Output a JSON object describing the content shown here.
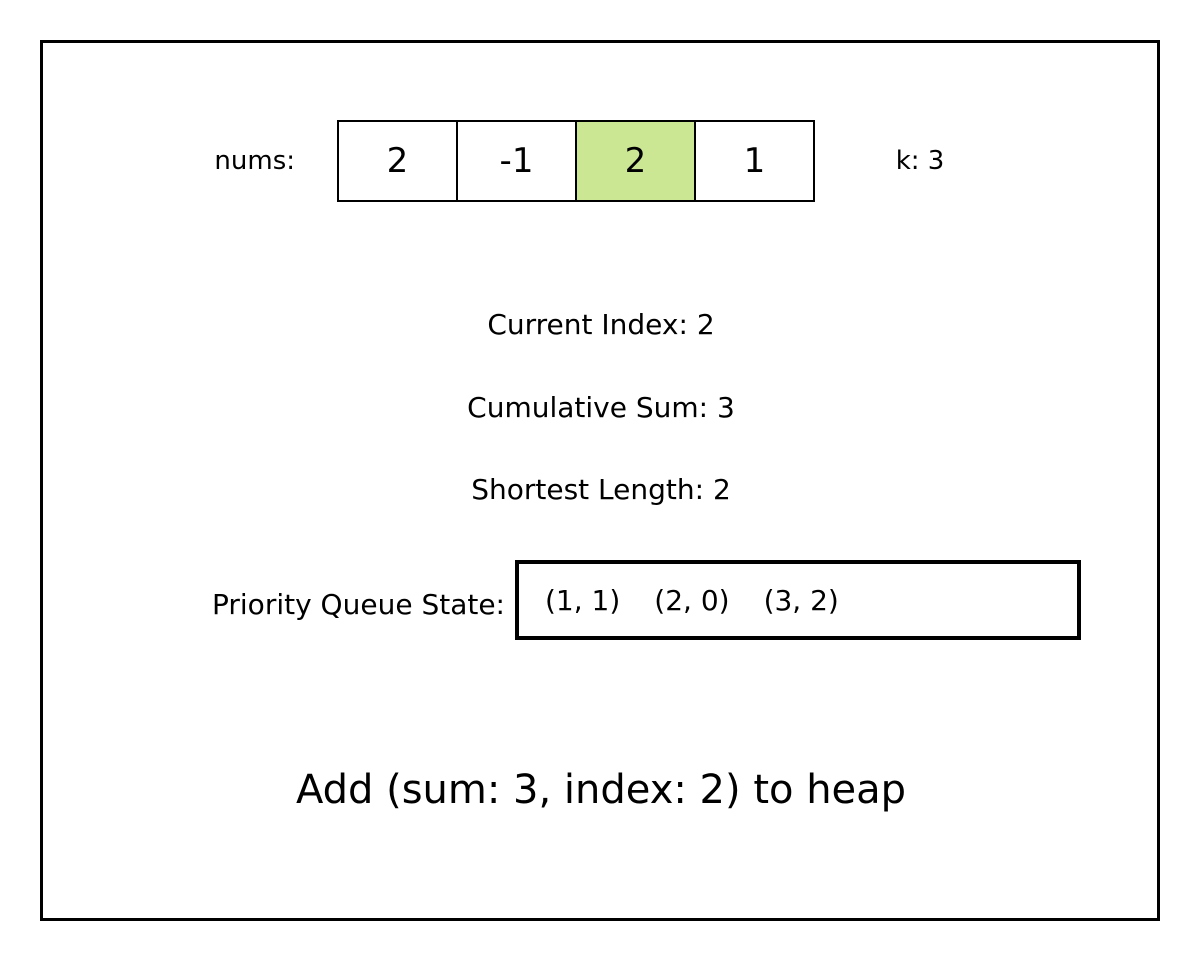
{
  "figure": {
    "background_color": "#ffffff",
    "border_color": "#000000"
  },
  "array": {
    "label": "nums:",
    "cells": [
      {
        "value": "2",
        "highlighted": false
      },
      {
        "value": "-1",
        "highlighted": false
      },
      {
        "value": "2",
        "highlighted": true
      },
      {
        "value": "1",
        "highlighted": false
      }
    ],
    "highlight_color": "#cbe793"
  },
  "k": {
    "label": "k: 3"
  },
  "status": {
    "current_index": "Current Index: 2",
    "cumulative_sum": "Cumulative Sum: 3",
    "shortest_length": "Shortest Length: 2"
  },
  "priority_queue": {
    "label": "Priority Queue State:",
    "items": [
      "(1, 1)",
      "(2, 0)",
      "(3, 2)"
    ]
  },
  "message": {
    "text": "Add (sum: 3, index: 2) to heap"
  }
}
